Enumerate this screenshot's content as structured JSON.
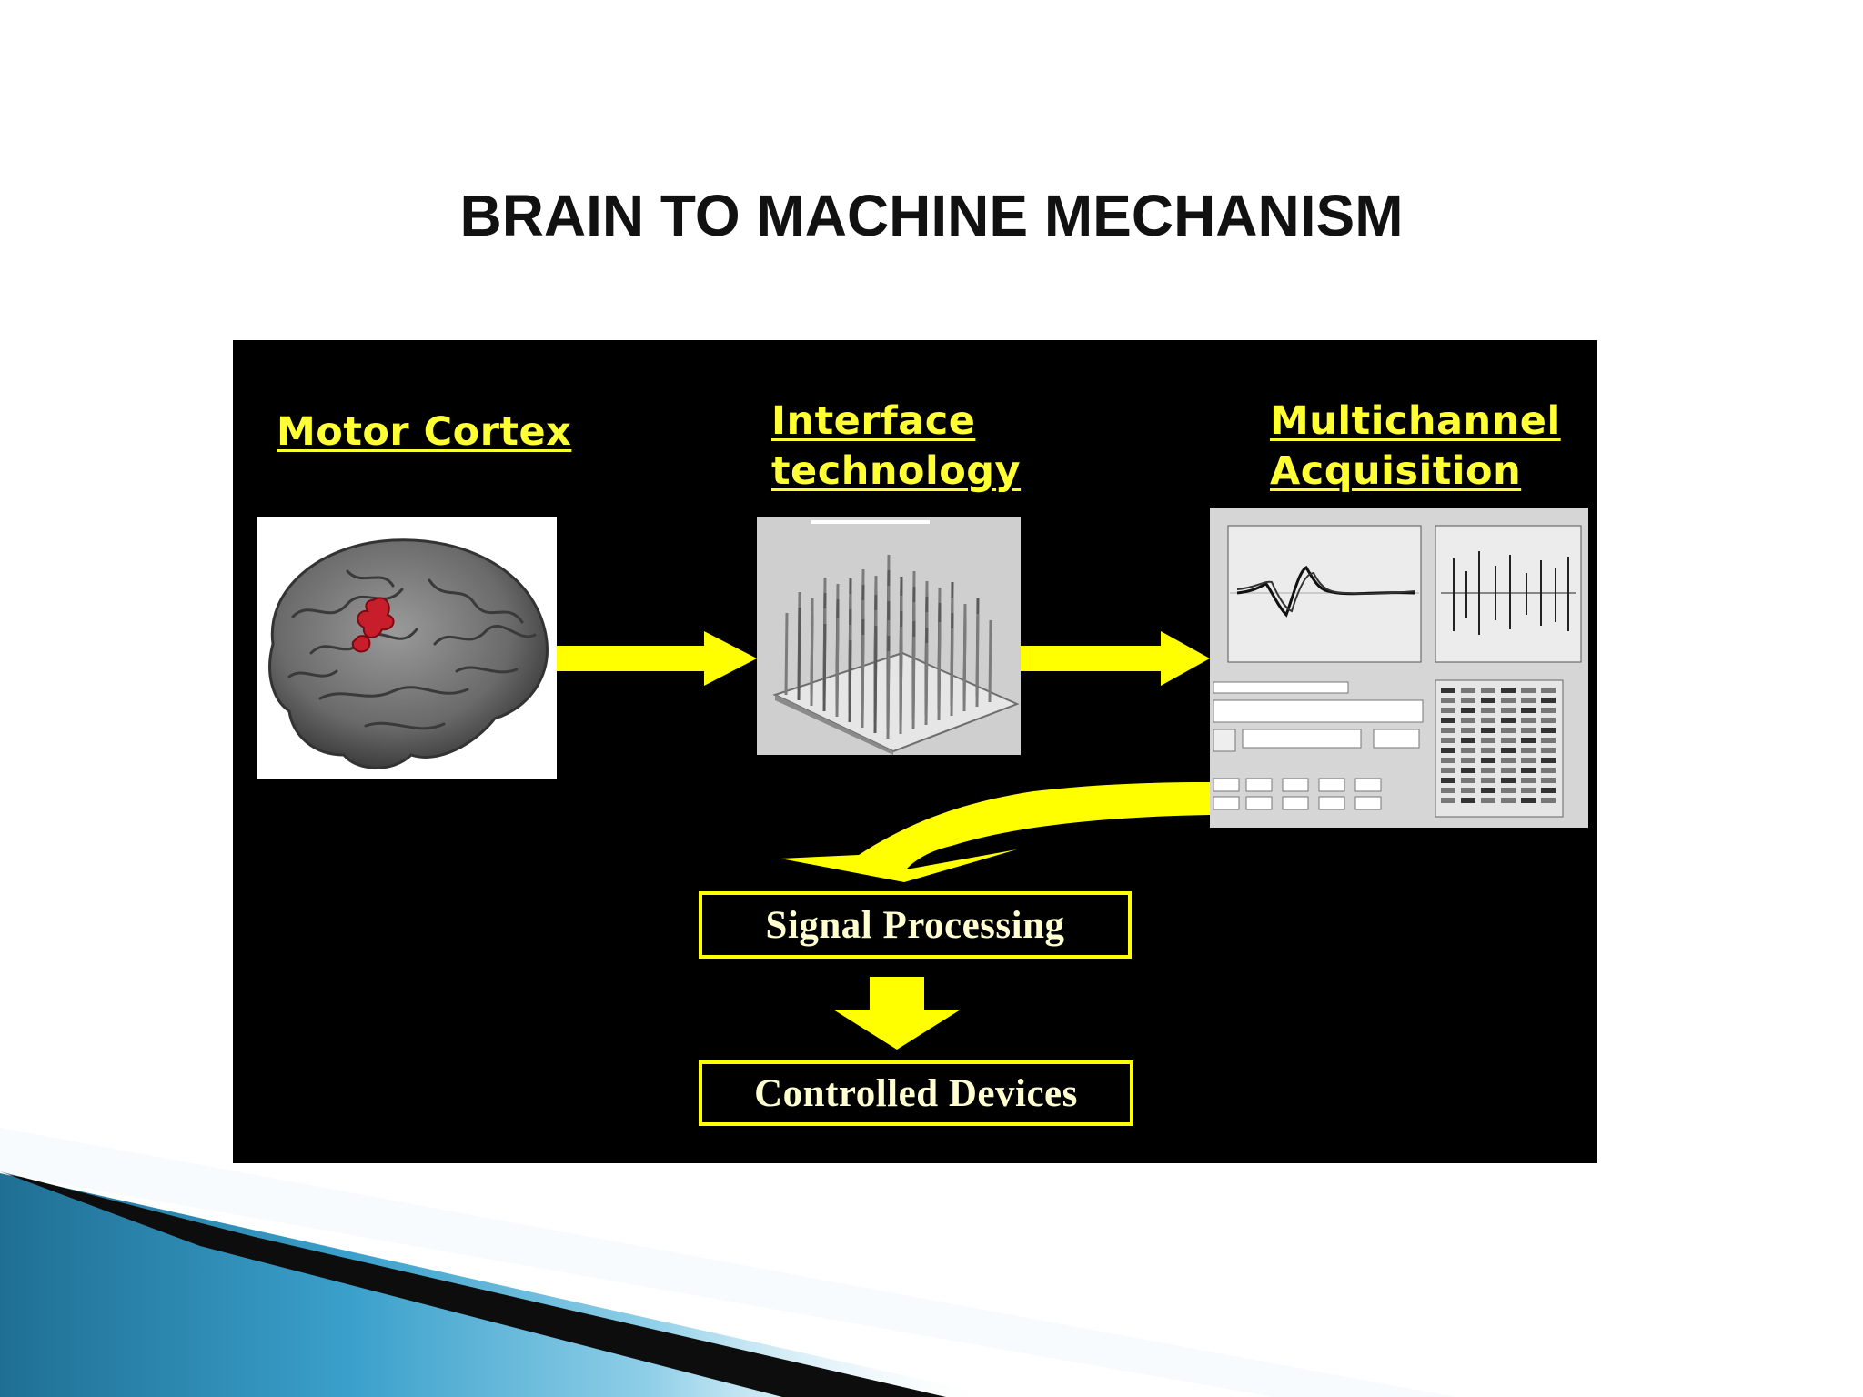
{
  "title": "BRAIN TO MACHINE MECHANISM",
  "stages": {
    "motor_cortex": {
      "label": "Motor Cortex"
    },
    "interface": {
      "line1": "Interface",
      "line2": "technology"
    },
    "acquisition": {
      "line1": "Multichannel",
      "line2": "Acquisition"
    }
  },
  "boxes": {
    "signal_processing": "Signal Processing",
    "controlled_devices": "Controlled Devices"
  },
  "colors": {
    "accent": "#ffff00",
    "diagram_background": "#000000",
    "brain_highlight": "#c81e2c",
    "decor_blue": "#2b86b0"
  },
  "icons": [
    "brain-icon",
    "electrode-array-icon",
    "acquisition-screen-icon",
    "arrow-right-icon",
    "arrow-down-icon",
    "curved-arrow-icon"
  ]
}
